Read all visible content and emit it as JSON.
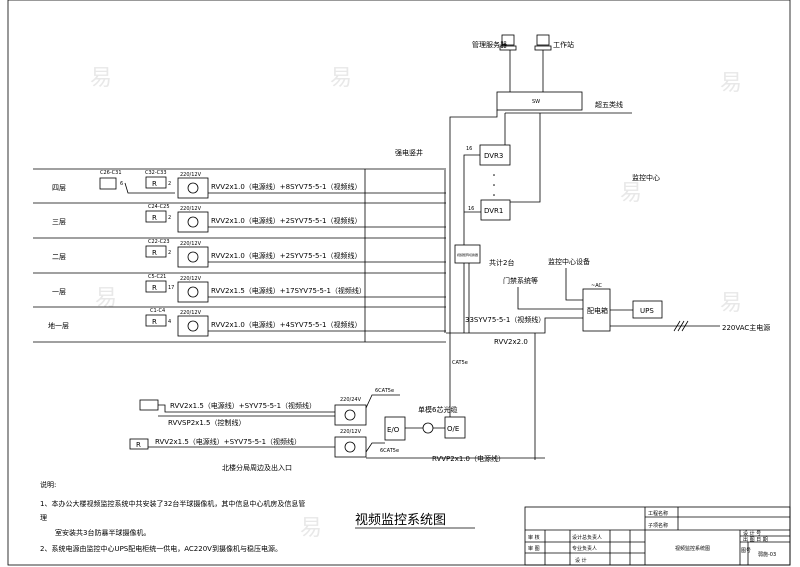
{
  "title": "视频监控系统图",
  "watermark": "易",
  "floors": [
    {
      "label": "四层",
      "cam_range": "C26-C31",
      "cam_count": "6",
      "ptz_range": "C32-C33",
      "ptz_count": "2",
      "trans": "220/12V",
      "cable": "RVV2x1.0（电源线）+8SYV75-5-1（视频线）"
    },
    {
      "label": "三层",
      "ptz_range": "C24-C25",
      "ptz_count": "2",
      "trans": "220/12V",
      "cable": "RVV2x1.0（电源线）+2SYV75-5-1（视频线）"
    },
    {
      "label": "二层",
      "ptz_range": "C22-C23",
      "ptz_count": "2",
      "trans": "220/12V",
      "cable": "RVV2x1.0（电源线）+2SYV75-5-1（视频线）"
    },
    {
      "label": "一层",
      "ptz_range": "C5-C21",
      "ptz_count": "17",
      "trans": "220/12V",
      "cable": "RVV2x1.5（电源线）+17SYV75-5-1（视频线）"
    },
    {
      "label": "地一层",
      "ptz_range": "C1-C4",
      "ptz_count": "4",
      "trans": "220/12V",
      "cable": "RVV2x1.0（电源线）+4SYV75-5-1（视频线）"
    }
  ],
  "riser_label": "强电竖井",
  "center": {
    "title": "监控中心",
    "server": "管理服务器",
    "workstation": "工作站",
    "switch": "SW",
    "cat5_label": "超五类线",
    "dvr_top": "DVR3",
    "dvr_bottom": "DVR1",
    "dvr_in_top": "16",
    "dvr_in_bottom": "16",
    "matrix": "视频矩阵切换器",
    "matrix_count": "共计2台",
    "access": "门禁系统等",
    "center_equipment": "监控中心设备",
    "ac": "~AC",
    "dist_box": "配电箱",
    "ups": "UPS",
    "main_power": "220VAC主电源",
    "video_bundle": "33SYV75-5-1（视频线）",
    "power_cable": "RVV2x2.0",
    "cat5e": "CAT5e"
  },
  "north": {
    "cable1": "RVV2x1.5（电源线）+SYV75-5-1（视频线）",
    "cable1b": "RVVSP2x1.5（控制线）",
    "cable2": "RVV2x1.5（电源线）+SYV75-5-1（视频线）",
    "trans1": "220/24V",
    "trans2": "220/12V",
    "cat_a": "6CAT5e",
    "cat_b": "6CAT5e",
    "eo": "E/O",
    "oe": "O/E",
    "fiber": "单模6芯光缆",
    "power": "RVVP2x1.0（电源线）",
    "caption": "北楼分局周边及出入口"
  },
  "notes": {
    "heading": "说明:",
    "line1": "1、本办公大楼视频监控系统中共安装了32台半球摄像机，其中信息中心机房及信息管",
    "line1b": "理",
    "line1c": "室安装共3台防暴半球摄像机。",
    "line2": "2、系统电源由监控中心UPS配电柜统一供电，AC220V到摄像机与稳压电源。"
  },
  "title_block": {
    "project_name": "工程名称",
    "sub_name": "子项名称",
    "approve": "审 核",
    "check": "审 图",
    "design_lead": "设计总负责人",
    "discipline_lead": "专业负责人",
    "design": "设 计",
    "drawing_name": "视频监控系统图",
    "job_no": "设 计 号",
    "date": "出 图 日 期",
    "sheet_label": "图号",
    "sheet_no": "弱施-03"
  }
}
